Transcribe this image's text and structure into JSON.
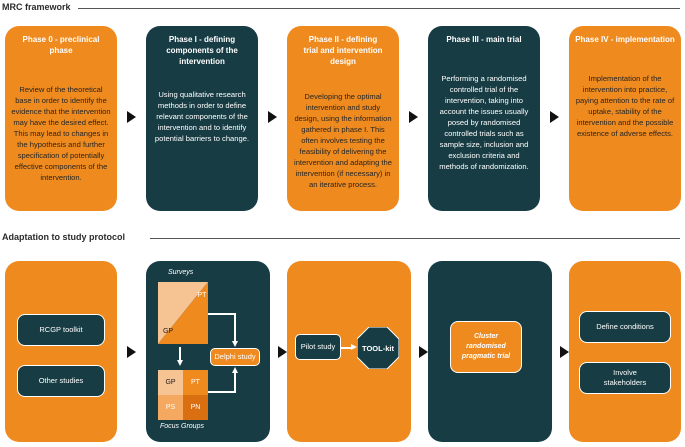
{
  "sections": {
    "mrc_title": "MRC framework",
    "adaptation_title": "Adaptation to study protocol"
  },
  "phases": [
    {
      "title": "Phase 0 - preclinical phase",
      "body": "Review of the theoretical base in order to identify the evidence that the intervention may have the desired effect. This may lead to changes in the hypothesis and further specification of potentially effective components of the intervention."
    },
    {
      "title": "Phase I - defining components of the intervention",
      "body": "Using qualitative research methods in order to define relevant components of the intervention and to identify potential barriers to change."
    },
    {
      "title": "Phase II - defining trial and intervention design",
      "body": "Developing the optimal intervention and study design, using the information gathered in phase I. This often involves testing the feasibility of delivering the intervention and adapting the intervention (if necessary) in an iterative process."
    },
    {
      "title": "Phase III - main trial",
      "body": "Performing a randomised controlled trial of the intervention, taking into account the issues usually posed by randomised controlled trials such as sample size, inclusion and exclusion criteria and methods of randomization."
    },
    {
      "title": "Phase IV - implementation",
      "body": "Implementation of the intervention into practice, paying attention to the rate of uptake, stability of the intervention and the possible existence of adverse effects."
    }
  ],
  "protocol": {
    "box0": {
      "rcgp": "RCGP toolkit",
      "other": "Other studies"
    },
    "box1": {
      "surveys": "Surveys",
      "survey_pt": "PT",
      "survey_gp": "GP",
      "delphi": "Delphi study",
      "fg_gp": "GP",
      "fg_pt": "PT",
      "fg_ps": "PS",
      "fg_pn": "PN",
      "focus_groups": "Focus Groups"
    },
    "box2": {
      "pilot": "Pilot study",
      "toolkit": "TOOL-kit"
    },
    "box3": {
      "trial": "Cluster randomised pragmatic trial"
    },
    "box4": {
      "define": "Define conditions",
      "involve": "Involve stakeholders"
    }
  },
  "colors": {
    "orange": "#ef8a1e",
    "dark": "#173c44",
    "light_orange": "#f6c393",
    "mid_orange": "#f4a860",
    "deep_orange": "#d96f10"
  }
}
